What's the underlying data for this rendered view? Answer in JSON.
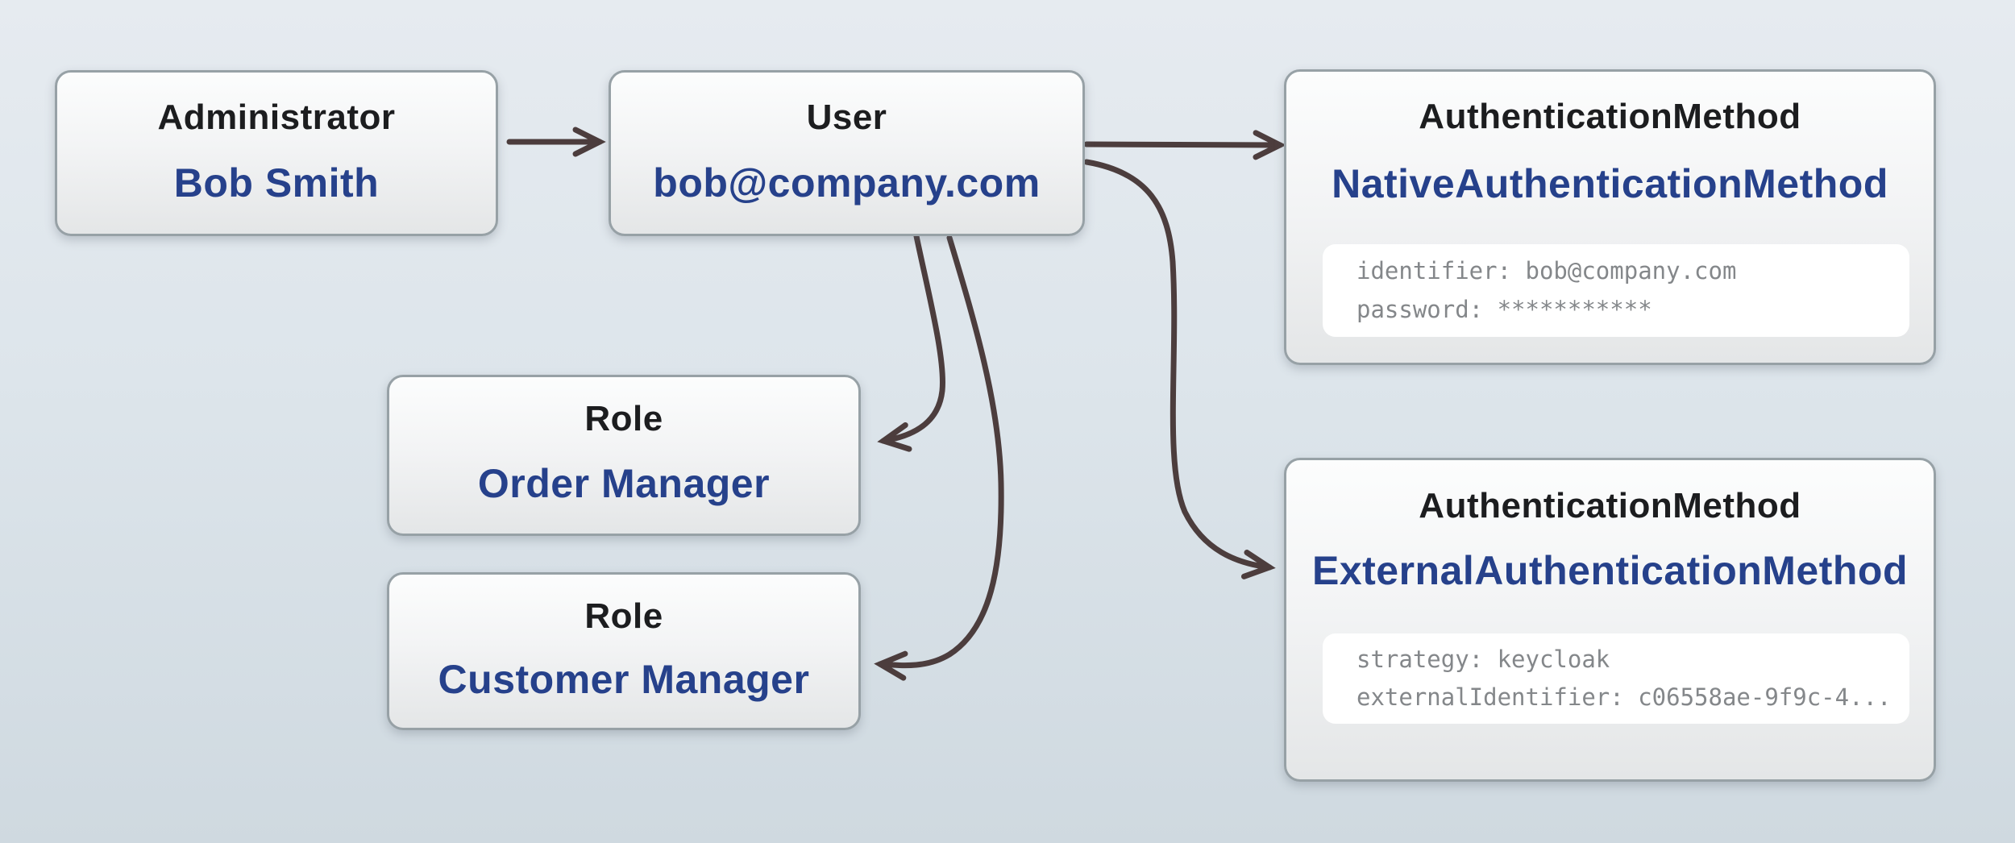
{
  "diagram": {
    "nodes": [
      {
        "type": "Administrator",
        "name": "Bob Smith"
      },
      {
        "type": "User",
        "name": "bob@company.com"
      },
      {
        "type": "AuthenticationMethod",
        "name": "NativeAuthenticationMethod",
        "attributes": [
          "identifier: bob@company.com",
          "password: ***********"
        ]
      },
      {
        "type": "Role",
        "name": "Order Manager"
      },
      {
        "type": "Role",
        "name": "Customer Manager"
      },
      {
        "type": "AuthenticationMethod",
        "name": "ExternalAuthenticationMethod",
        "attributes": [
          "strategy: keycloak",
          "externalIdentifier: c06558ae-9f9c-4..."
        ]
      }
    ],
    "edges": [
      {
        "from": "Administrator",
        "to": "User"
      },
      {
        "from": "User",
        "to": "NativeAuthenticationMethod"
      },
      {
        "from": "User",
        "to": "Order Manager"
      },
      {
        "from": "User",
        "to": "Customer Manager"
      },
      {
        "from": "User",
        "to": "ExternalAuthenticationMethod"
      }
    ],
    "colors": {
      "background_top": "#e6ebf0",
      "background_bottom": "#cfd9e0",
      "node_fill_top": "#fcfdfd",
      "node_fill_bottom": "#e4e6e7",
      "node_border": "#97a1a6",
      "type_text": "#1c1d1f",
      "name_text": "#26418b",
      "attribute_text": "#84878a",
      "attribute_panel": "#ffffff",
      "arrow": "#4c3d3d"
    }
  }
}
